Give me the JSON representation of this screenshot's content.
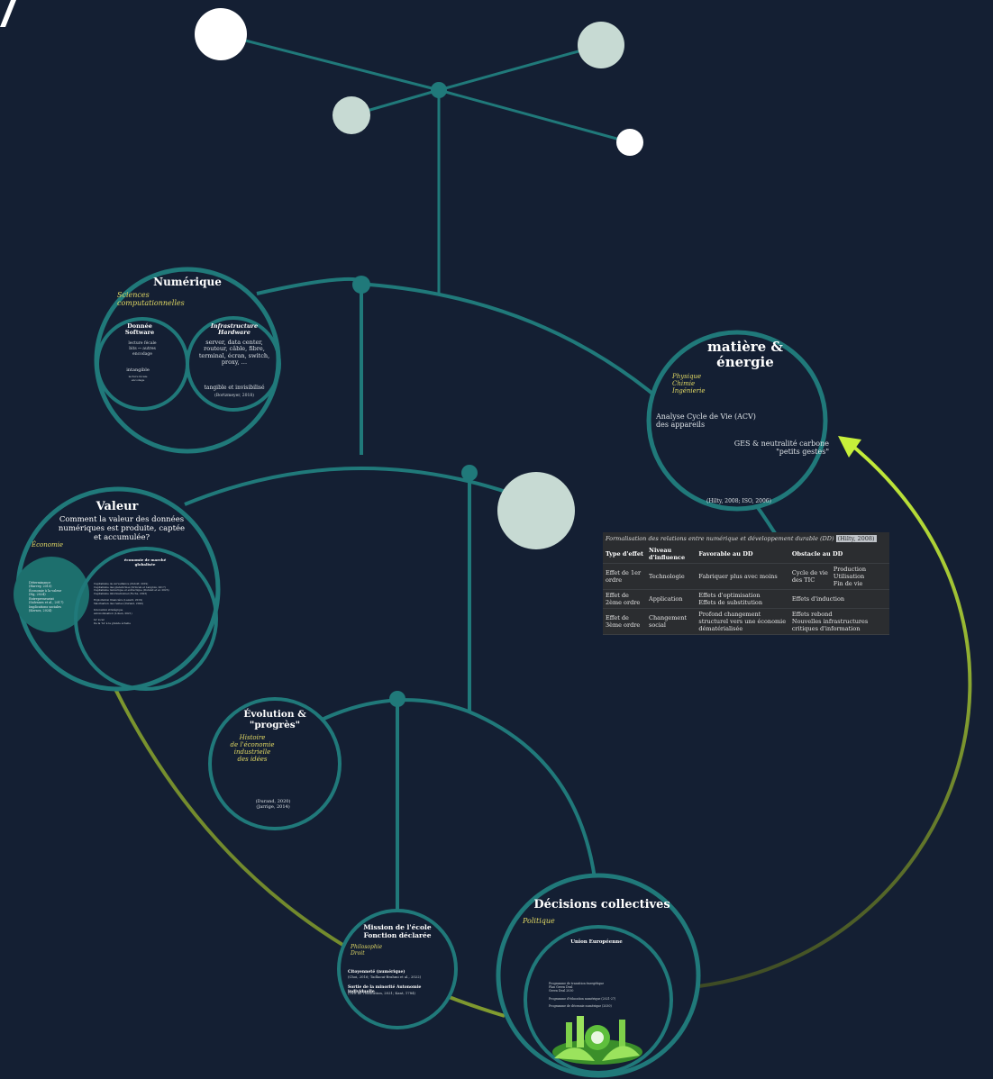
{
  "nodes": {
    "numerique": {
      "title": "Numérique",
      "subtitle": "Sciences computationnelles",
      "left": {
        "title": "Donnée Software",
        "lines": "lecture fécale\nbits ↔ autres\nencodage",
        "bottom": "intangible",
        "bottom_note": "lecture fécale\nencodage"
      },
      "right": {
        "title": "Infrastructure Hardware",
        "lines": "server, data center, routeur, câble, fibre, terminal, écran, switch, proxy, …",
        "bottom": "tangible et invisibilisé",
        "ref": "(Bortzmeyer, 2018)"
      }
    },
    "matiere": {
      "title": "matière & énergie",
      "subtitle": "Physique\nChimie\nIngénierie",
      "acv": "Analyse Cycle de Vie (ACV)\ndes appareils",
      "ges": "GES & neutralité carbone\n\"petits gestes\"",
      "ref": "(Hilty, 2008; ISO, 2006)"
    },
    "valeur": {
      "title": "Valeur",
      "question": "Comment la valeur des données numériques est produite, captée et accumulée?",
      "subtitle": "Économie",
      "inner_title": "économie de marché globalisée",
      "left_notes": "Déterminance\n(Harvey, 2010)\nÉconomie à la valeur\n(Ng, 2024)\nEntrepreneuriat\n(Salvanes et al., 2017)\nImplications sociales\n(Kovacs, 2024)",
      "right_notes": "Capitalisme de surveillance (Zuboff, 2019)\nCapitalisme des plateformes (Srnicek et Langlois, 2017)\nCapitalisme numérique et extractique (Durand et al. 2023)\nCapitalisme informationnel (Fuchs, 2023)\n\nExploitation financière (Lazard, 2019)\nValorisation des rentes (Durand, 2020)\n\nInnovation stratégique\nautonomisation (Loken, 2021)\n\nIA' local\nDe la 'IA' à la grande échelle"
    },
    "evolution": {
      "title": "Évolution & \"progrès\"",
      "subtitle": "Histoire\nde l'économie\nindustrielle\ndes idées",
      "ref": "(Durand, 2020)\n(Jarrige, 2014)"
    },
    "mission": {
      "title": "Mission de l'école\nFonction déclarée",
      "subtitle": "Philosophie\nDroit",
      "c1_title": "Citoyenneté (numérique)",
      "c1_ref": "(Choi, 2016; Tadlaoui-Brahmi et al., 2022)",
      "c2_title": "Sortie de la minorité Autonomie individuelle",
      "c2_ref": "(Tutt de l'éducation, 2021; Kant, 1784)"
    },
    "decisions": {
      "title": "Décisions collectives",
      "subtitle": "Politique",
      "inner_title": "Union Européenne",
      "notes": "Programme de transition énergétique\nPlan Green Deal\nGreen Deal 2030\n\nProgramme d'éducation numérique (2021-27)\n\nProgramme de décennie numérique (2030)"
    }
  },
  "table": {
    "caption": "Formalisation des relations entre numérique et développement durable (DD)",
    "caption_highlight": "(Hilty, 2008)",
    "headers": [
      "Type d'effet",
      "Niveau d'influence",
      "Favorable au DD",
      "Obstacle au DD"
    ],
    "rows": [
      [
        "Effet de 1er ordre",
        "Technologie",
        "Fabriquer plus avec moins",
        "Cycle de vie des TIC",
        "Production\nUtilisation\nFin de vie"
      ],
      [
        "Effet de 2ème ordre",
        "Application",
        "Effets d'optimisation\nEffets de substitution",
        "Effets d'induction",
        ""
      ],
      [
        "Effet de 3ème ordre",
        "Changement social",
        "Profond changement structurel vers une économie dématérialisée",
        "Effets rebond\nNouvelles infrastructures critiques d'information",
        ""
      ]
    ]
  },
  "colors": {
    "background": "#141f33",
    "teal": "#20797a",
    "teal_fill": "#1d6f6d",
    "pale": "#c7dad3",
    "arrow": "#c7f03a",
    "subtitle": "#e2d964"
  }
}
